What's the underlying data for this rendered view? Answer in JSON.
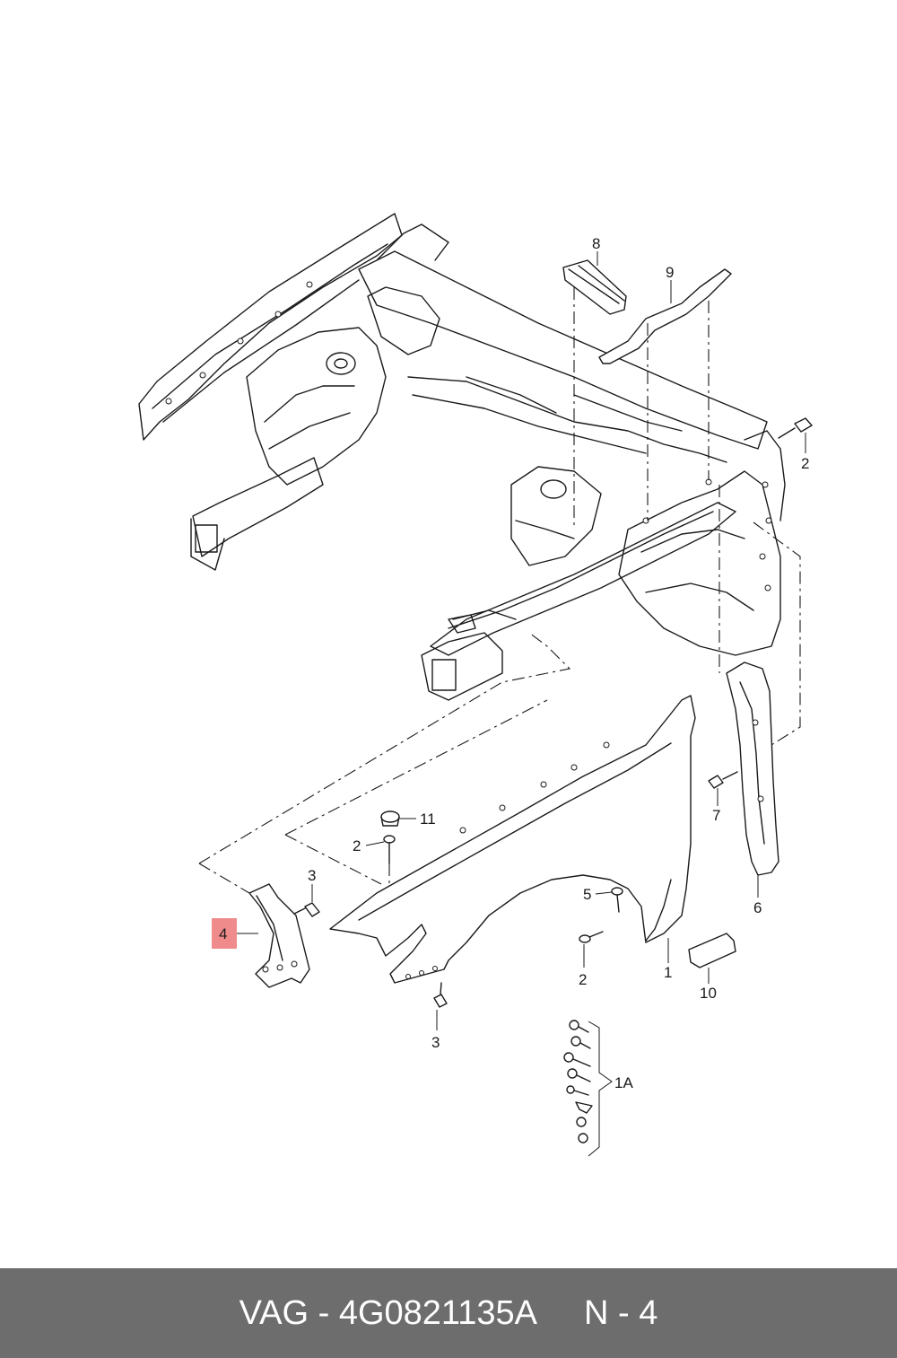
{
  "callouts": {
    "c8": "8",
    "c9": "9",
    "c2a": "2",
    "c7": "7",
    "c6": "6",
    "c11": "11",
    "c2b": "2",
    "c3a": "3",
    "c4": "4",
    "c5": "5",
    "c2c": "2",
    "c1": "1",
    "c10": "10",
    "c3b": "3",
    "c1A": "1A"
  },
  "highlight_color": "#f08b8b",
  "footer": {
    "part": "VAG - 4G0821135A",
    "ref": "N - 4",
    "background": "#6d6d6d"
  }
}
